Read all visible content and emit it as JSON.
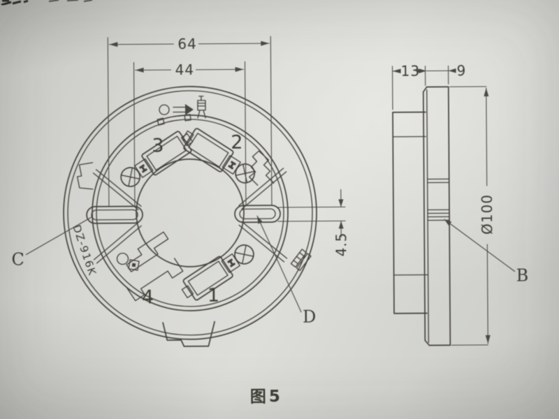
{
  "caption": "图5",
  "colors": {
    "paper": "#d3d4cf",
    "ink": "#44423c"
  },
  "front_view": {
    "dim_mount_span_max": "64",
    "dim_mount_span_min": "44",
    "dim_slot_width": "4.5",
    "terminal_labels": {
      "t1": "1",
      "t2": "2",
      "t3": "3",
      "t4": "4"
    },
    "point_labels": {
      "c": "C",
      "d": "D"
    },
    "model_code": "DZ-916K"
  },
  "side_view": {
    "dim_flange_depth": "13",
    "dim_body_depth": "9",
    "dim_diameter": "Ø100",
    "point_labels": {
      "b": "B"
    }
  }
}
